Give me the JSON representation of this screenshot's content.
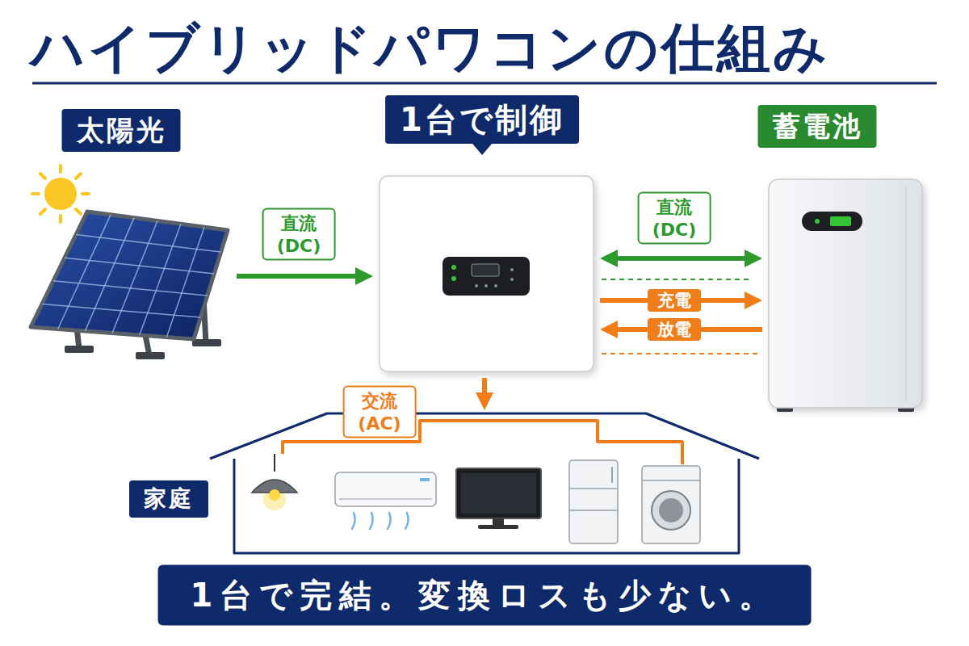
{
  "diagram": {
    "title": "ハイブリッドパワコンの仕組み",
    "caption": "1台で完結。変換ロスも少ない。",
    "nodes": [
      {
        "text": [
          "太陽光"
        ]
      },
      {
        "text": [
          "1台で制御"
        ]
      },
      {
        "text": [
          "蓄電池"
        ]
      },
      {
        "text": [
          "家庭"
        ]
      }
    ],
    "edges": [
      {
        "from": 0,
        "to": 1,
        "label": "直流 (DC)",
        "arrow": "to"
      },
      {
        "from": 1,
        "to": 2,
        "label": "直流 (DC)",
        "arrow": "both"
      },
      {
        "from": 1,
        "to": 2,
        "label": "充電",
        "arrow": "to"
      },
      {
        "from": 2,
        "to": 1,
        "label": "放電",
        "arrow": "to"
      },
      {
        "from": 1,
        "to": 3,
        "label": "交流 (AC)",
        "arrow": "to"
      }
    ]
  }
}
